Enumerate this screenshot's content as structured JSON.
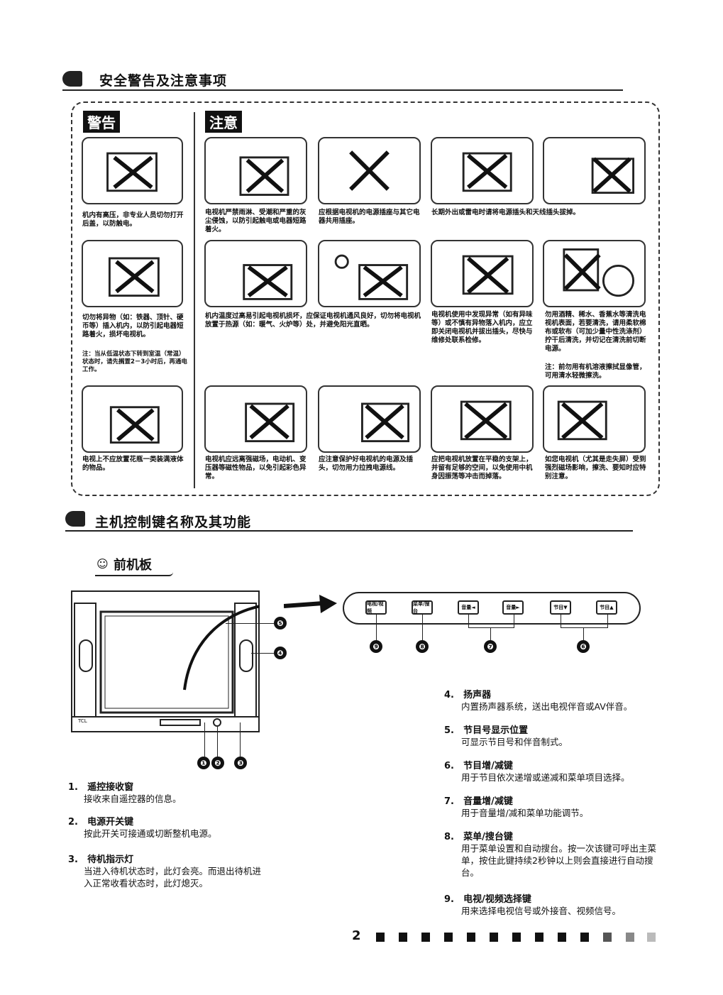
{
  "section1": {
    "title": "安全警告及注意事项",
    "warning_tag": "警告",
    "caution_tag": "注意",
    "warning_captions": [
      "机内有高压，非专业人员切勿打开后盖，以防触电。",
      "切勿将异物（如：铁器、顶针、硬币等）插入机内，以防引起电器短路着火，损坏电视机。",
      "电视上不应放置花瓶一类装满液体的物品。"
    ],
    "warning_note": "注：当从低温状态下转到室温（常温）状态时，请先搁置2－3小时后，再通电工作。",
    "caution_captions": [
      "电视机严禁雨淋、受潮和严重的灰尘侵蚀，以防引起触电或电器短路着火。",
      "应根据电视机的电源插座与其它电器共用插座。",
      "长期外出或雷电时请将电源插头和天线插头拔掉。",
      "机内温度过高易引起电视机损坏，应保证电视机通风良好，切勿将电视机放置于热源（如：暖气、火炉等）处，并避免阳光直晒。",
      "电视机使用中发现异常（如有异味等）或不慎有异物落入机内，应立即关闭电视机并拔出插头，尽快与维修处联系检修。",
      "勿用酒精、稀水、香蕉水等清洗电视机表面，若要清洗，请用柔软棉布或软布（可加少量中性洗涤剂）拧干后清洗，并切记在清洗前切断电源。",
      "电视机应远离强磁场，电动机、变压器等磁性物品，以免引起彩色异常。",
      "应注意保护好电视机的电源及插头，切勿用力拉拽电源线。",
      "应把电视机放置在平稳的支架上，并留有足够的空间，以免使用中机身因振荡等冲击而掉落。",
      "如您电视机（尤其是走失屏）受到强烈磁场影响，擦洗、要知时应特别注意。"
    ],
    "caution_note": "注：前勿用有机溶液擦拭显像管，可用清水轻微擦洗。"
  },
  "section2": {
    "title": "主机控制键名称及其功能",
    "subtitle": "前机板",
    "tv_brand": "TCL",
    "buttons": [
      "电视/视频",
      "菜单/搜台",
      "音量◄",
      "音量►",
      "节目▼",
      "节目▲"
    ],
    "callouts": [
      "❶",
      "❷",
      "❸",
      "❹",
      "❺",
      "❻",
      "❼",
      "❽",
      "❾"
    ],
    "items_left": [
      {
        "num": "1.",
        "title": "遥控接收窗",
        "desc": "接收来自遥控器的信息。"
      },
      {
        "num": "2.",
        "title": "电源开关键",
        "desc": "按此开关可接通或切断整机电源。"
      },
      {
        "num": "3.",
        "title": "待机指示灯",
        "desc": "当进入待机状态时，此灯会亮。而退出待机进入正常收看状态时，此灯熄灭。"
      }
    ],
    "items_right": [
      {
        "num": "4.",
        "title": "扬声器",
        "desc": "内置扬声器系统，送出电视伴音或AV伴音。"
      },
      {
        "num": "5.",
        "title": "节目号显示位置",
        "desc": "可显示节目号和伴音制式。"
      },
      {
        "num": "6.",
        "title": "节目增/减键",
        "desc": "用于节目依次递增或递减和菜单项目选择。"
      },
      {
        "num": "7.",
        "title": "音量增/减键",
        "desc": "用于音量增/减和菜单功能调节。"
      },
      {
        "num": "8.",
        "title": "菜单/搜台键",
        "desc": "用于菜单设置和自动搜台。按一次该键可呼出主菜单，按住此键持续2秒钟以上则会直接进行自动搜台。"
      },
      {
        "num": "9.",
        "title": "电视/视频选择键",
        "desc": "用来选择电视信号或外接音、视频信号。"
      }
    ]
  },
  "footer": {
    "page_number": "2"
  }
}
